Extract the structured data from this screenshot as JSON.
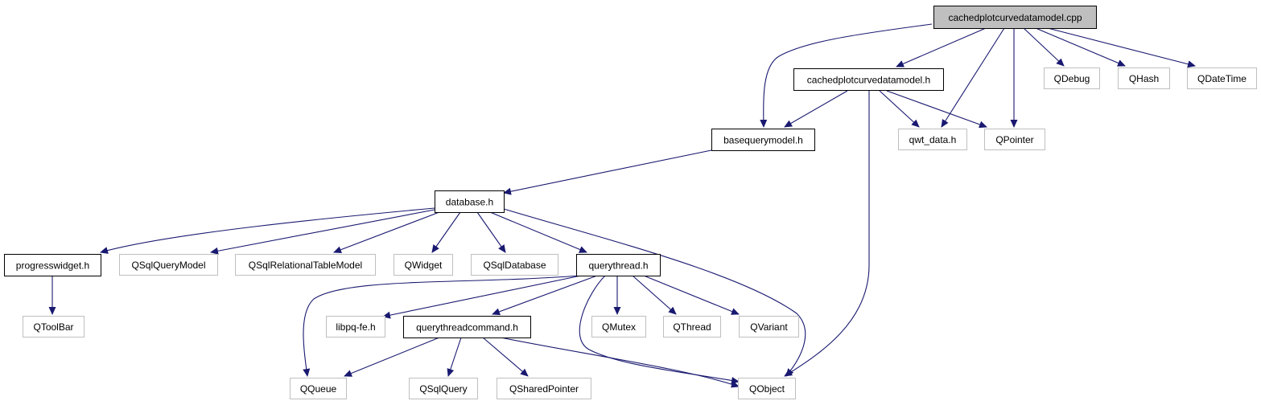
{
  "title": "",
  "colors": {
    "edge": "#191970",
    "root_fill": "#bfbfbf",
    "documented_border": "#000000",
    "external_border": "#bfbfbf",
    "node_fill": "#ffffff"
  },
  "nodes": [
    {
      "id": "cpp",
      "label": "cachedplotcurvedatamodel.cpp",
      "kind": "root"
    },
    {
      "id": "cached_h",
      "label": "cachedplotcurvedatamodel.h",
      "kind": "documented"
    },
    {
      "id": "QDebug",
      "label": "QDebug",
      "kind": "external"
    },
    {
      "id": "QHash",
      "label": "QHash",
      "kind": "external"
    },
    {
      "id": "QDateTime",
      "label": "QDateTime",
      "kind": "external"
    },
    {
      "id": "basequery",
      "label": "basequerymodel.h",
      "kind": "documented"
    },
    {
      "id": "qwt",
      "label": "qwt_data.h",
      "kind": "external"
    },
    {
      "id": "QPointer",
      "label": "QPointer",
      "kind": "external"
    },
    {
      "id": "database",
      "label": "database.h",
      "kind": "documented"
    },
    {
      "id": "progress",
      "label": "progresswidget.h",
      "kind": "documented"
    },
    {
      "id": "QSqlQueryModel",
      "label": "QSqlQueryModel",
      "kind": "external"
    },
    {
      "id": "QSqlRel",
      "label": "QSqlRelationalTableModel",
      "kind": "external"
    },
    {
      "id": "QWidget",
      "label": "QWidget",
      "kind": "external"
    },
    {
      "id": "QSqlDatabase",
      "label": "QSqlDatabase",
      "kind": "external"
    },
    {
      "id": "querythread",
      "label": "querythread.h",
      "kind": "documented"
    },
    {
      "id": "QToolBar",
      "label": "QToolBar",
      "kind": "external"
    },
    {
      "id": "libpq",
      "label": "libpq-fe.h",
      "kind": "external"
    },
    {
      "id": "qtc",
      "label": "querythreadcommand.h",
      "kind": "documented"
    },
    {
      "id": "QMutex",
      "label": "QMutex",
      "kind": "external"
    },
    {
      "id": "QThread",
      "label": "QThread",
      "kind": "external"
    },
    {
      "id": "QVariant",
      "label": "QVariant",
      "kind": "external"
    },
    {
      "id": "QQueue",
      "label": "QQueue",
      "kind": "external"
    },
    {
      "id": "QSqlQuery",
      "label": "QSqlQuery",
      "kind": "external"
    },
    {
      "id": "QSharedPointer",
      "label": "QSharedPointer",
      "kind": "external"
    },
    {
      "id": "QObject",
      "label": "QObject",
      "kind": "external"
    }
  ],
  "edges": [
    {
      "from": "cpp",
      "to": "basequery"
    },
    {
      "from": "cpp",
      "to": "cached_h"
    },
    {
      "from": "cpp",
      "to": "qwt"
    },
    {
      "from": "cpp",
      "to": "QPointer"
    },
    {
      "from": "cpp",
      "to": "QDebug"
    },
    {
      "from": "cpp",
      "to": "QHash"
    },
    {
      "from": "cpp",
      "to": "QDateTime"
    },
    {
      "from": "cached_h",
      "to": "basequery"
    },
    {
      "from": "cached_h",
      "to": "qwt"
    },
    {
      "from": "cached_h",
      "to": "QPointer"
    },
    {
      "from": "cached_h",
      "to": "QObject"
    },
    {
      "from": "basequery",
      "to": "database"
    },
    {
      "from": "database",
      "to": "progress"
    },
    {
      "from": "database",
      "to": "QSqlQueryModel"
    },
    {
      "from": "database",
      "to": "QSqlRel"
    },
    {
      "from": "database",
      "to": "QWidget"
    },
    {
      "from": "database",
      "to": "QSqlDatabase"
    },
    {
      "from": "database",
      "to": "querythread"
    },
    {
      "from": "database",
      "to": "QObject"
    },
    {
      "from": "progress",
      "to": "QToolBar"
    },
    {
      "from": "querythread",
      "to": "QQueue"
    },
    {
      "from": "querythread",
      "to": "libpq"
    },
    {
      "from": "querythread",
      "to": "qtc"
    },
    {
      "from": "querythread",
      "to": "QObject"
    },
    {
      "from": "querythread",
      "to": "QMutex"
    },
    {
      "from": "querythread",
      "to": "QThread"
    },
    {
      "from": "querythread",
      "to": "QVariant"
    },
    {
      "from": "qtc",
      "to": "QQueue"
    },
    {
      "from": "qtc",
      "to": "QSqlQuery"
    },
    {
      "from": "qtc",
      "to": "QSharedPointer"
    },
    {
      "from": "qtc",
      "to": "QObject"
    }
  ]
}
